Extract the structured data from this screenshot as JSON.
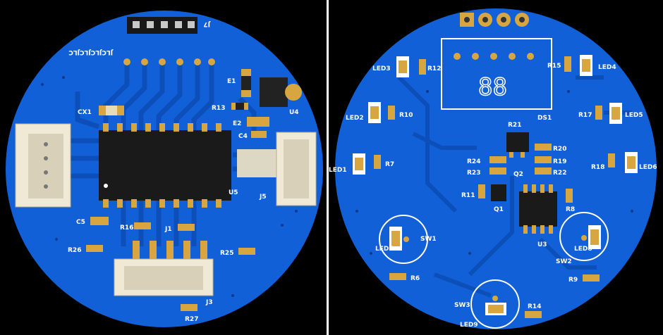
{
  "left_board": {
    "labels": {
      "j7": "J7",
      "e1": "E1",
      "u4": "U4",
      "r13": "R13",
      "cx1": "CX1",
      "e2": "E2",
      "c4": "C4",
      "j5": "J5",
      "u5": "U5",
      "c5": "C5",
      "r16": "R16",
      "j1": "J1",
      "r26": "R26",
      "r25": "R25",
      "j3": "J3",
      "r27": "R27",
      "silk_text": "JLCJLCJLCJLC"
    }
  },
  "right_board": {
    "labels": {
      "led3": "LED3",
      "r12": "R12",
      "r15": "R15",
      "led4": "LED4",
      "ds1": "DS1",
      "display": "88",
      "led2": "LED2",
      "r10": "R10",
      "r17": "R17",
      "led5": "LED5",
      "r21": "R21",
      "led1": "LED1",
      "r7": "R7",
      "r20": "R20",
      "r24": "R24",
      "r19": "R19",
      "r18": "R18",
      "led6": "LED6",
      "r23": "R23",
      "q2": "Q2",
      "r22": "R22",
      "r11": "R11",
      "q1": "Q1",
      "r8": "R8",
      "led7": "LED7",
      "sw1": "SW1",
      "u3": "U3",
      "led8": "LED8",
      "sw2": "SW2",
      "r6": "R6",
      "r9": "R9",
      "sw3": "SW3",
      "r14": "R14",
      "led9": "LED9"
    }
  },
  "colors": {
    "board": "#1260d8",
    "trace": "#0d4fb8",
    "pad_gold": "#d8a640",
    "silkscreen": "#ffffff",
    "chip": "#1a1a1a",
    "connector": "#efe9d6"
  }
}
